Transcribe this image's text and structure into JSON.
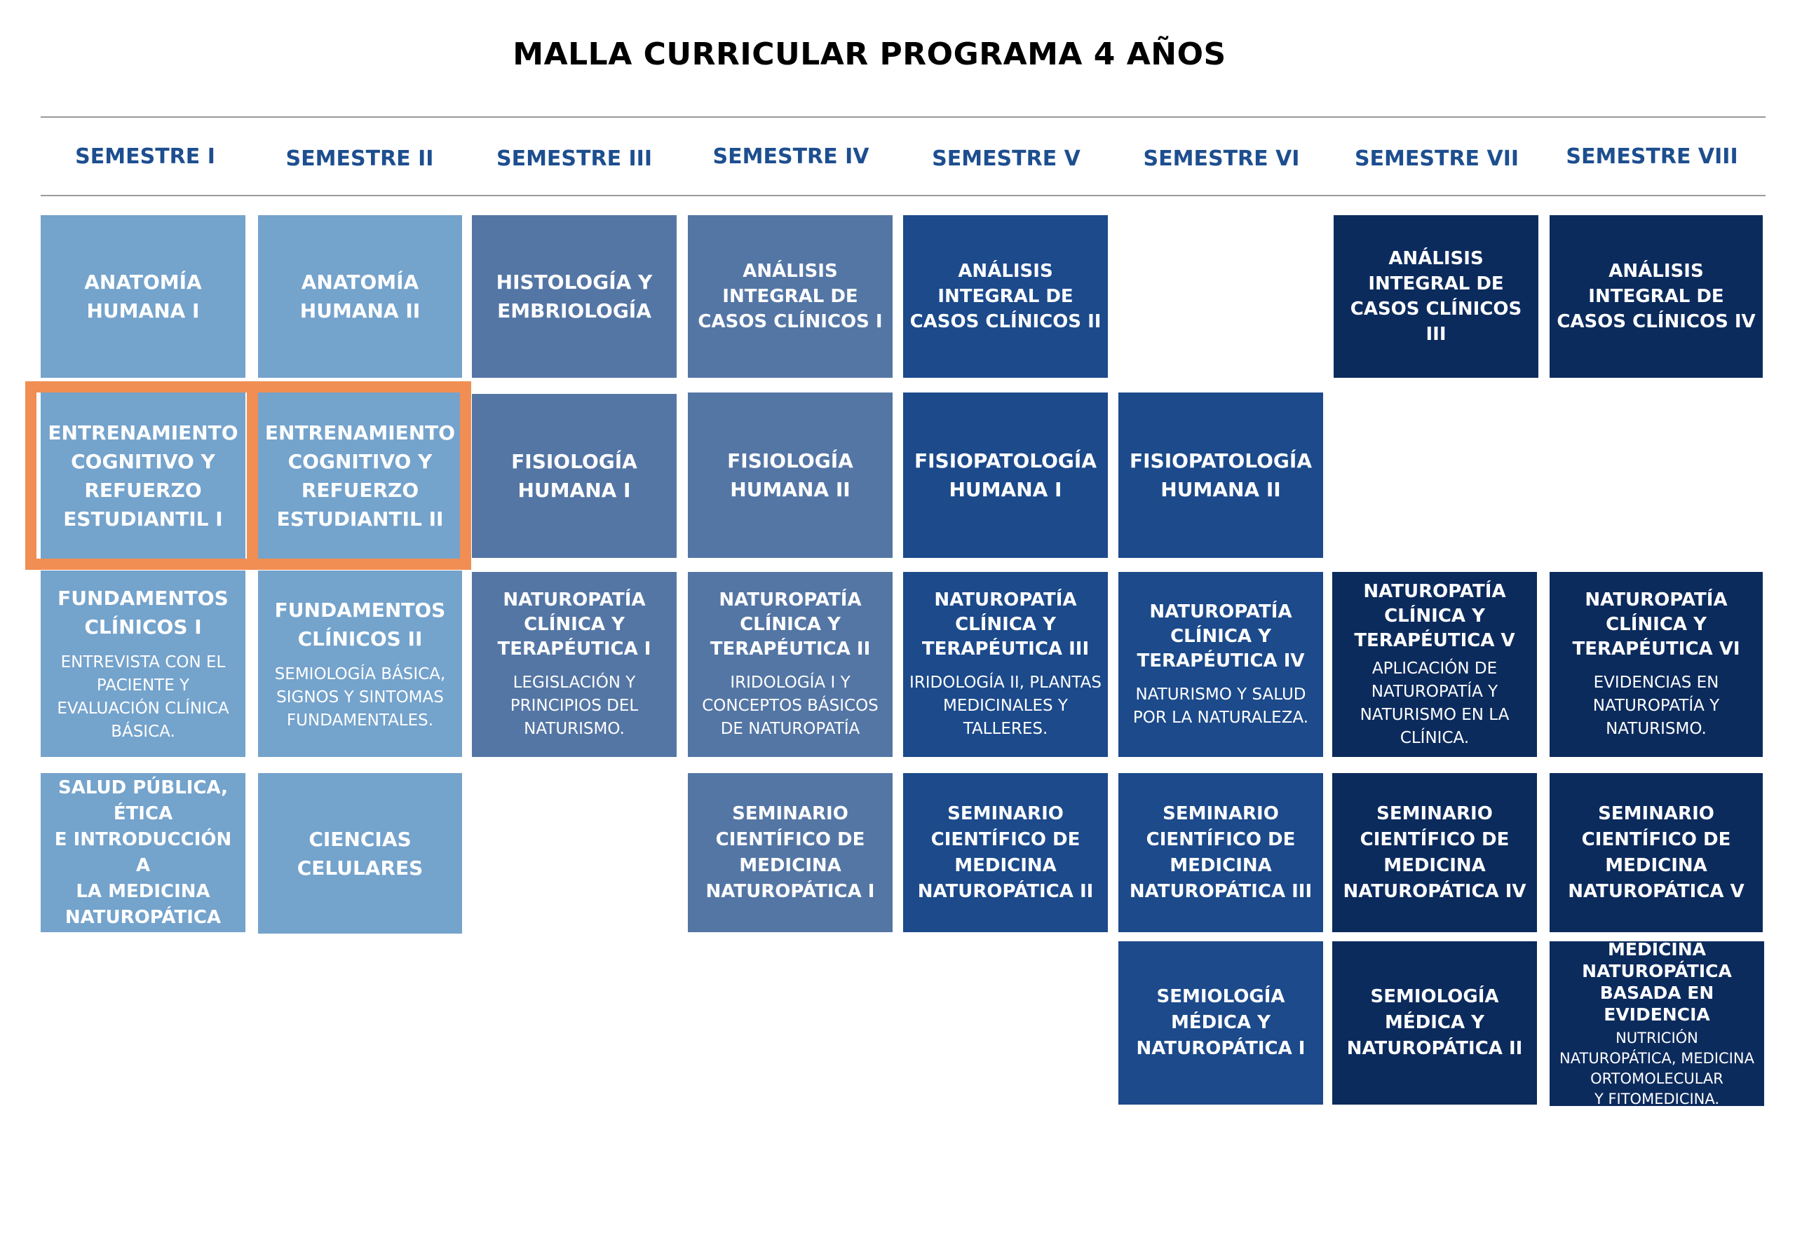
{
  "title": "MALLA CURRICULAR PROGRAMA 4 AÑOS",
  "colors": {
    "semester_header": "#1d4e8f",
    "tone_1": "#74a3cc",
    "tone_2": "#5476a5",
    "tone_3": "#1c4a8b",
    "tone_4": "#0c2b5d",
    "highlight": "#f18e53"
  },
  "semesters": [
    "SEMESTRE I",
    "SEMESTRE II",
    "SEMESTRE III",
    "SEMESTRE IV",
    "SEMESTRE V",
    "SEMESTRE VI",
    "SEMESTRE VII",
    "SEMESTRE VIII"
  ],
  "highlighted_courses": [
    "ENTRENAMIENTO COGNITIVO Y REFUERZO ESTUDIANTIL I",
    "ENTRENAMIENTO COGNITIVO Y REFUERZO ESTUDIANTIL II"
  ],
  "courses": {
    "anatomia_1": {
      "title": "ANATOMÍA\nHUMANA I"
    },
    "anatomia_2": {
      "title": "ANATOMÍA\nHUMANA II"
    },
    "histologia": {
      "title": "HISTOLOGÍA Y\nEMBRIOLOGÍA"
    },
    "analisis_1": {
      "title": "ANÁLISIS\nINTEGRAL DE\nCASOS CLÍNICOS I"
    },
    "analisis_2": {
      "title": "ANÁLISIS\nINTEGRAL DE\nCASOS CLÍNICOS II"
    },
    "analisis_3": {
      "title": "ANÁLISIS\nINTEGRAL DE\nCASOS CLÍNICOS III"
    },
    "analisis_4": {
      "title": "ANÁLISIS\nINTEGRAL DE\nCASOS CLÍNICOS IV"
    },
    "entrenamiento_1": {
      "title": "ENTRENAMIENTO\nCOGNITIVO Y\nREFUERZO\nESTUDIANTIL I"
    },
    "entrenamiento_2": {
      "title": "ENTRENAMIENTO\nCOGNITIVO Y\nREFUERZO\nESTUDIANTIL II"
    },
    "fisiologia_1": {
      "title": "FISIOLOGÍA\nHUMANA I"
    },
    "fisiologia_2": {
      "title": "FISIOLOGÍA\nHUMANA II"
    },
    "fisiopatologia_1": {
      "title": "FISIOPATOLOGÍA\nHUMANA I"
    },
    "fisiopatologia_2": {
      "title": "FISIOPATOLOGÍA\nHUMANA II"
    },
    "fundamentos_1": {
      "title": "FUNDAMENTOS\nCLÍNICOS I",
      "subtitle": "ENTREVISTA CON EL\nPACIENTE Y\nEVALUACIÓN CLÍNICA\nBÁSICA."
    },
    "fundamentos_2": {
      "title": "FUNDAMENTOS\nCLÍNICOS II",
      "subtitle": "SEMIOLOGÍA BÁSICA,\nSIGNOS Y SINTOMAS\nFUNDAMENTALES."
    },
    "naturopatia_1": {
      "title": "NATUROPATÍA\nCLÍNICA Y\nTERAPÉUTICA I",
      "subtitle": "LEGISLACIÓN Y\nPRINCIPIOS DEL\nNATURISMO."
    },
    "naturopatia_2": {
      "title": "NATUROPATÍA\nCLÍNICA Y\nTERAPÉUTICA II",
      "subtitle": "IRIDOLOGÍA I Y\nCONCEPTOS BÁSICOS\nDE NATUROPATÍA"
    },
    "naturopatia_3": {
      "title": "NATUROPATÍA\nCLÍNICA Y\nTERAPÉUTICA III",
      "subtitle": "IRIDOLOGÍA II, PLANTAS\nMEDICINALES Y\nTALLERES."
    },
    "naturopatia_4": {
      "title": "NATUROPATÍA\nCLÍNICA Y\nTERAPÉUTICA IV",
      "subtitle": "NATURISMO Y SALUD\nPOR LA NATURALEZA."
    },
    "naturopatia_5": {
      "title": "NATUROPATÍA\nCLÍNICA Y\nTERAPÉUTICA V",
      "subtitle": "APLICACIÓN DE\nNATUROPATÍA Y\nNATURISMO EN LA\nCLÍNICA."
    },
    "naturopatia_6": {
      "title": "NATUROPATÍA\nCLÍNICA Y\nTERAPÉUTICA VI",
      "subtitle": "EVIDENCIAS EN\nNATUROPATÍA Y\nNATURISMO."
    },
    "salud_publica": {
      "title": "SALUD PÚBLICA,\nÉTICA\nE INTRODUCCIÓN A\nLA MEDICINA\nNATUROPÁTICA"
    },
    "ciencias_celulares": {
      "title": "CIENCIAS\nCELULARES"
    },
    "seminario_1": {
      "title": "SEMINARIO\nCIENTÍFICO DE\nMEDICINA\nNATUROPÁTICA I"
    },
    "seminario_2": {
      "title": "SEMINARIO\nCIENTÍFICO DE\nMEDICINA\nNATUROPÁTICA II"
    },
    "seminario_3": {
      "title": "SEMINARIO\nCIENTÍFICO DE\nMEDICINA\nNATUROPÁTICA III"
    },
    "seminario_4": {
      "title": "SEMINARIO\nCIENTÍFICO DE\nMEDICINA\nNATUROPÁTICA IV"
    },
    "seminario_5": {
      "title": "SEMINARIO\nCIENTÍFICO DE\nMEDICINA\nNATUROPÁTICA V"
    },
    "semiologia_1": {
      "title": "SEMIOLOGÍA\nMÉDICA Y\nNATUROPÁTICA I"
    },
    "semiologia_2": {
      "title": "SEMIOLOGÍA\nMÉDICA Y\nNATUROPÁTICA II"
    },
    "medicina_evidencia": {
      "title": "MEDICINA\nNATUROPÁTICA\nBASADA EN EVIDENCIA",
      "subtitle": "NUTRICIÓN\nNATUROPÁTICA, MEDICINA\nORTOMOLECULAR\nY FITOMEDICINA."
    }
  }
}
